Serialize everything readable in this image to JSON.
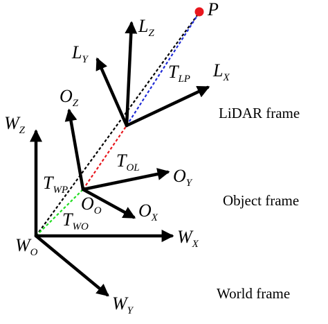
{
  "frames": {
    "lidar": "LiDAR frame",
    "object": "Object frame",
    "world": "World frame"
  },
  "point": {
    "main": "P",
    "color": "#e8161d"
  },
  "lidar_axes": {
    "z": {
      "main": "L",
      "sub": "Z"
    },
    "y": {
      "main": "L",
      "sub": "Y"
    },
    "x": {
      "main": "L",
      "sub": "X"
    }
  },
  "object_axes": {
    "z": {
      "main": "O",
      "sub": "Z"
    },
    "y": {
      "main": "O",
      "sub": "Y"
    },
    "x": {
      "main": "O",
      "sub": "X"
    },
    "origin": {
      "main": "O",
      "sub": "O"
    }
  },
  "world_axes": {
    "z": {
      "main": "W",
      "sub": "Z"
    },
    "x": {
      "main": "W",
      "sub": "X"
    },
    "y": {
      "main": "W",
      "sub": "Y"
    },
    "origin": {
      "main": "W",
      "sub": "O"
    }
  },
  "transforms": {
    "lp": {
      "main": "T",
      "sub": "LP",
      "color": "#1f2bd6"
    },
    "ol": {
      "main": "T",
      "sub": "OL",
      "color": "#e8161d"
    },
    "wp": {
      "main": "T",
      "sub": "WP",
      "color": "#000000"
    },
    "wo": {
      "main": "T",
      "sub": "WO",
      "color": "#22dd22"
    }
  }
}
